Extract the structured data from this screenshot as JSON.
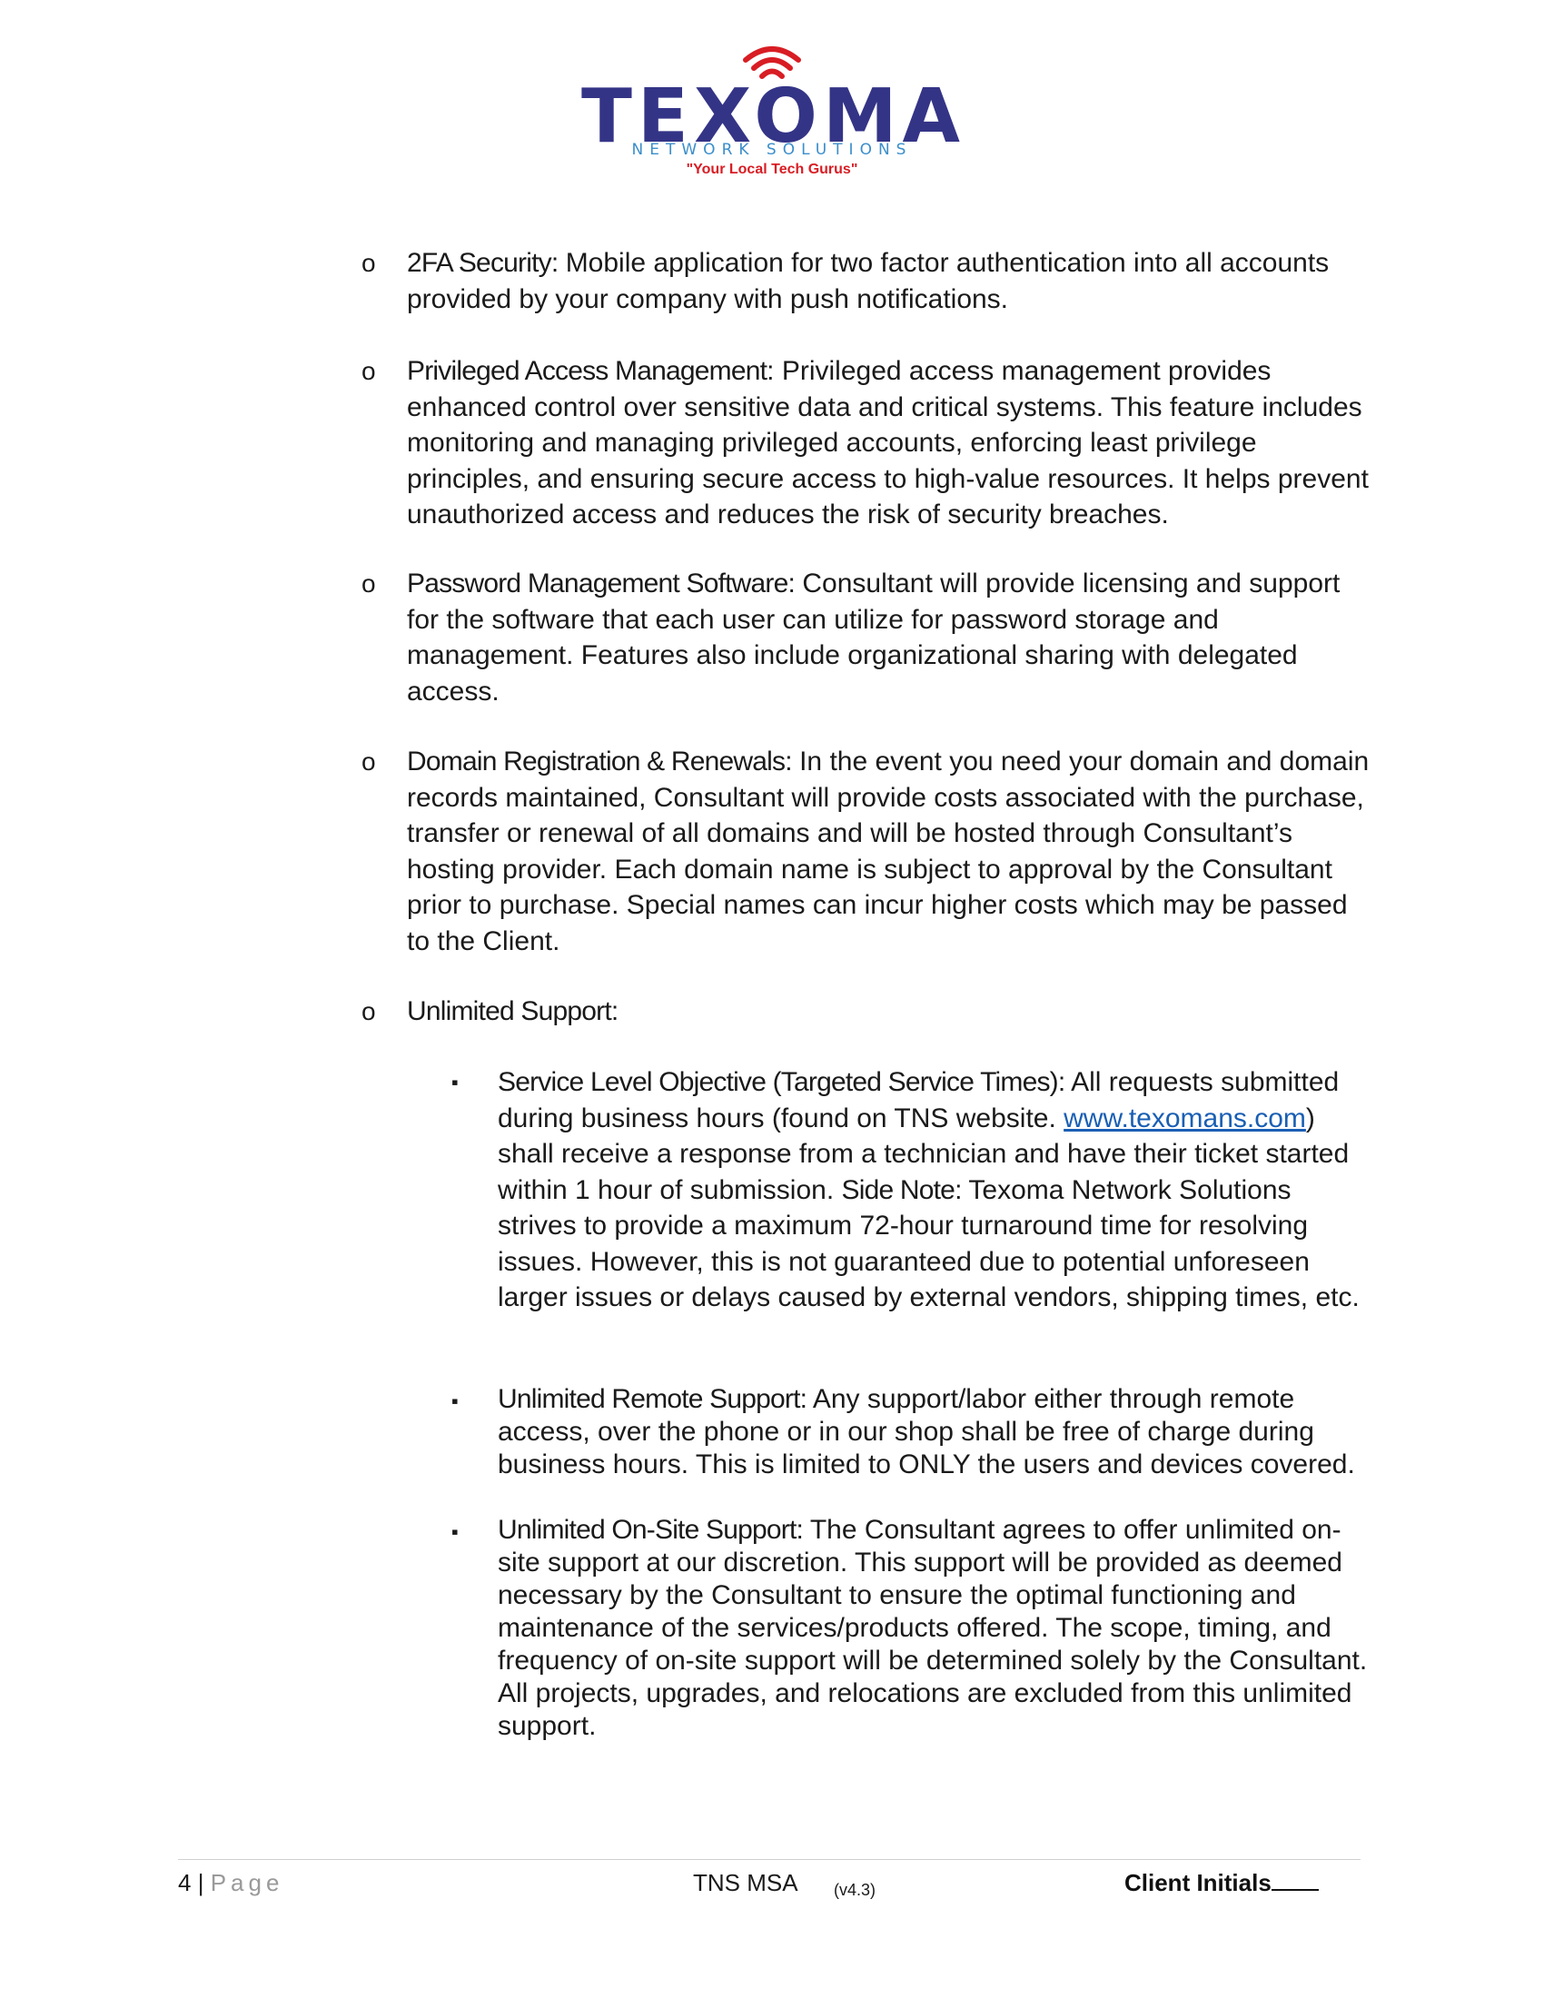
{
  "logo": {
    "wordmark": "TEXOMA",
    "subtitle": "NETWORK SOLUTIONS",
    "tagline": "\"Your Local Tech Gurus\"",
    "colors": {
      "primary": "#343487",
      "secondary": "#3b8ecb",
      "accent": "#d81d24"
    },
    "icon": "wifi-signal-icon"
  },
  "items": [
    {
      "term": "2FA Security:",
      "text": " Mobile application for two factor authentication into all accounts provided by your company with push notifications."
    },
    {
      "term": "Privileged Access Management",
      "text": ": Privileged access management provides enhanced control over sensitive data and critical systems. This feature includes monitoring and managing privileged accounts, enforcing least privilege principles, and ensuring secure access to high-value resources. It helps prevent unauthorized access and reduces the risk of security breaches."
    },
    {
      "term": "Password Management Software:",
      "text": " Consultant will provide licensing and support for the software that each user can utilize for password storage and management. Features also include organizational sharing with delegated access."
    },
    {
      "term": "Domain Registration & Renewals:",
      "text": " In the event you need your domain and domain records maintained, Consultant will provide costs associated with the purchase, transfer or renewal of all domains and will be hosted through Consultant’s hosting provider. Each domain name is subject to approval by the Consultant prior to purchase. Special names can incur higher costs which may be passed to the Client."
    },
    {
      "term": "Unlimited Support:",
      "text": ""
    }
  ],
  "subitems": [
    {
      "term": "Service Level Objective (Targeted Service Times):",
      "text_a": " All requests submitted during business hours (found on TNS website. ",
      "link": "www.texomans.com",
      "text_b": ") shall receive a response from a technician and have their ticket started within 1 hour of submission. ",
      "term2": "Side Note:",
      "text_c": " Texoma Network Solutions strives to provide a maximum 72-hour turnaround time for resolving issues. However, this is not guaranteed due to potential unforeseen larger issues or delays caused by external vendors, shipping times, etc."
    },
    {
      "term": "Unlimited Remote Support:",
      "text": " Any support/labor either through remote access, over the phone or in our shop shall be free of charge during business hours. This is limited to ONLY the users and devices covered."
    },
    {
      "term": "Unlimited On-Site Support:",
      "text": " The Consultant agrees to offer unlimited on-site support at our discretion. This support will be provided as deemed necessary by the Consultant to ensure the optimal functioning and maintenance of the services/products offered. The scope, timing, and frequency of on-site support will be determined solely by the Consultant. All projects, upgrades, and relocations are excluded from this unlimited support."
    }
  ],
  "bullets": {
    "level1": "o",
    "level2": "▪"
  },
  "footer": {
    "page_number": "4",
    "separator": "|",
    "page_label": "Page",
    "doc_title": "TNS MSA",
    "version": "(v4.3)",
    "initials_label": "Client Initials"
  }
}
